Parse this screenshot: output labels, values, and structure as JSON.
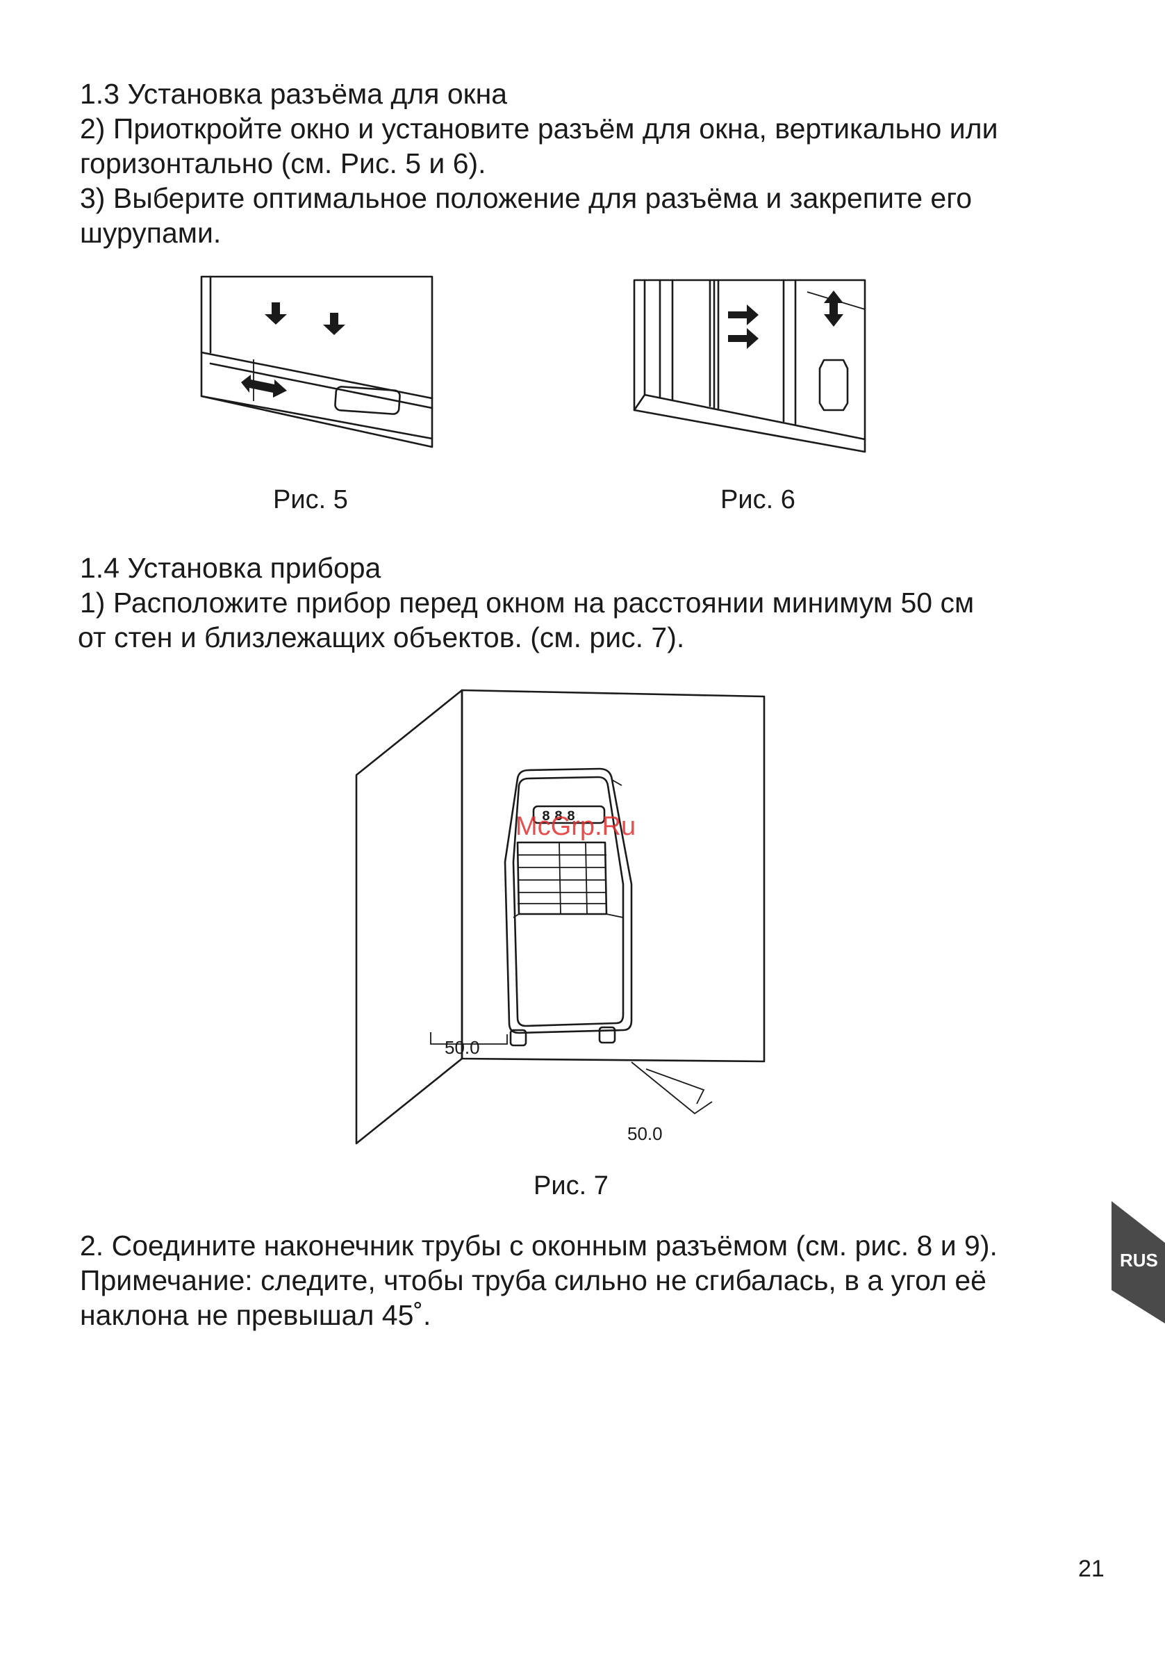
{
  "section_1_3": {
    "heading": "1.3 Установка разъёма для окна",
    "step2_line1": "2) Приоткройте окно и установите разъём для окна, вертикально или",
    "step2_line2": "горизонтально (см. Рис. 5 и 6).",
    "step3_line1": "3) Выберите оптимальное положение для разъёма и закрепите его",
    "step3_line2": "шурупами."
  },
  "figures": {
    "fig5_caption": "Рис. 5",
    "fig6_caption": "Рис. 6",
    "fig7_caption": "Рис. 7",
    "fig7_dim_left": "50.0",
    "fig7_dim_right": "50.0",
    "fig7_display": "888"
  },
  "section_1_4": {
    "heading": "1.4 Установка прибора",
    "step1_line1": "1) Расположите прибор перед окном на расстоянии минимум 50 см",
    "step1_line2": "от стен и близлежащих объектов. (см. рис. 7)."
  },
  "section_2": {
    "line1": "2. Соедините наконечник трубы с оконным разъёмом (см. рис. 8 и 9).",
    "line2": "Примечание: следите, чтобы труба сильно не сгибалась, в а угол её",
    "line3": "наклона не превышал 45˚."
  },
  "watermark": "McGrp.Ru",
  "lang_tab": "RUS",
  "page_number": "21",
  "colors": {
    "text": "#1a1a1a",
    "tab": "#4a4a4a",
    "watermark": "#e03030"
  }
}
